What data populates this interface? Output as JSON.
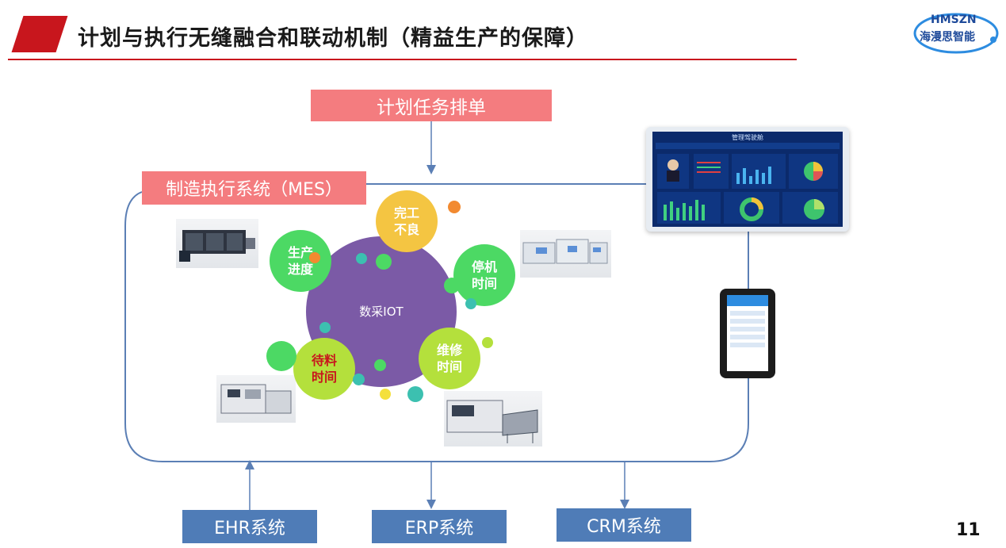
{
  "header": {
    "title": "计划与执行无缝融合和联动机制（精益生产的保障）",
    "logo_line1": "HMSZN",
    "logo_line2": "海漫思智能"
  },
  "plan_box": "计划任务排单",
  "mes_box": "制造执行系统（MES）",
  "center_circle": "数采IOT",
  "nodes": {
    "done_bad_l1": "完工",
    "done_bad_l2": "不良",
    "progress_l1": "生产",
    "progress_l2": "进度",
    "stop_l1": "停机",
    "stop_l2": "时间",
    "repair_l1": "维修",
    "repair_l2": "时间",
    "wait_l1": "待料",
    "wait_l2": "时间"
  },
  "systems": {
    "ehr": "EHR系统",
    "erp": "ERP系统",
    "crm": "CRM系统"
  },
  "dashboard": {
    "title": "管理驾驶舱"
  },
  "page_number": "11",
  "colors": {
    "accent_red": "#c8161d",
    "pink_box": "#f47c7f",
    "blue_box": "#4f7cb7",
    "purple": "#7b5aa6",
    "yellow": "#f4c542",
    "green": "#4cd964",
    "lime": "#b4e03c",
    "line_blue": "#5b7fb5"
  }
}
